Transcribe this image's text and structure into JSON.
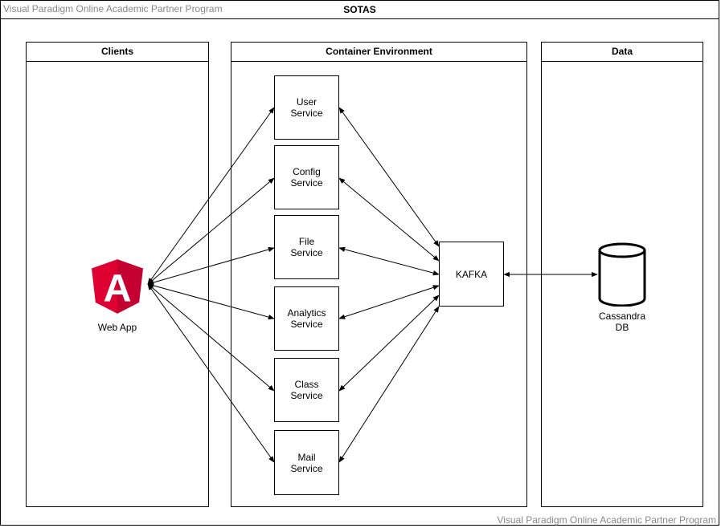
{
  "diagram": {
    "title": "SOTAS",
    "watermark_top": "Visual Paradigm Online Academic Partner Program",
    "watermark_bottom": "Visual Paradigm Online Academic Partner Program",
    "lanes": {
      "clients": "Clients",
      "container": "Container Environment",
      "data": "Data"
    },
    "web_app": {
      "label": "Web App",
      "logo_letter": "A",
      "logo_color": "#DD0031",
      "logo_color_dark": "#C3002F"
    },
    "services": [
      {
        "label": "User\nService"
      },
      {
        "label": "Config\nService"
      },
      {
        "label": "File\nService"
      },
      {
        "label": "Analytics\nService"
      },
      {
        "label": "Class\nService"
      },
      {
        "label": "Mail\nService"
      }
    ],
    "broker": {
      "label": "KAFKA"
    },
    "database": {
      "label": "Cassandra\nDB"
    }
  }
}
